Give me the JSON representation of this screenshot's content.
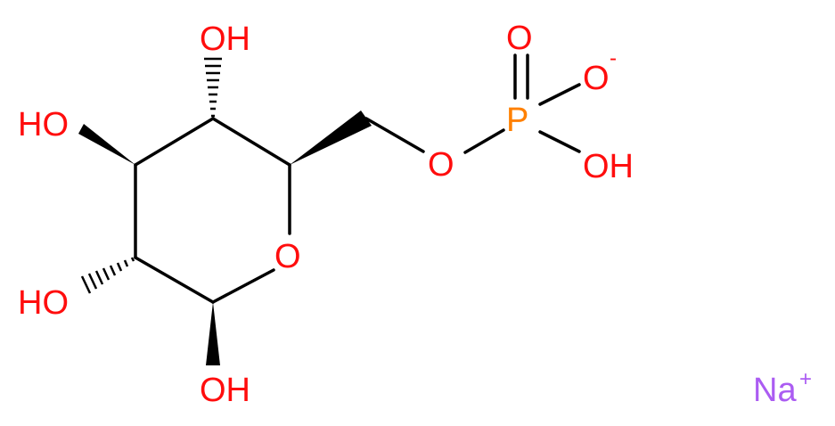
{
  "molecule": {
    "atoms": {
      "oh_top": "OH",
      "oh_c3": "HO",
      "oh_c2": "HO",
      "oh_c1": "OH",
      "ring_o": "O",
      "ester_o": "O",
      "phosphorus": "P",
      "p_double_o": "O",
      "p_o_minus": "O",
      "p_o_minus_charge": "-",
      "p_oh": "OH"
    },
    "counterion": {
      "symbol": "Na",
      "charge": "+"
    },
    "colors": {
      "bond": "#000000",
      "oxygen": "#ff0d0d",
      "phosphorus": "#ff8000",
      "sodium": "#ab5cf2"
    }
  }
}
